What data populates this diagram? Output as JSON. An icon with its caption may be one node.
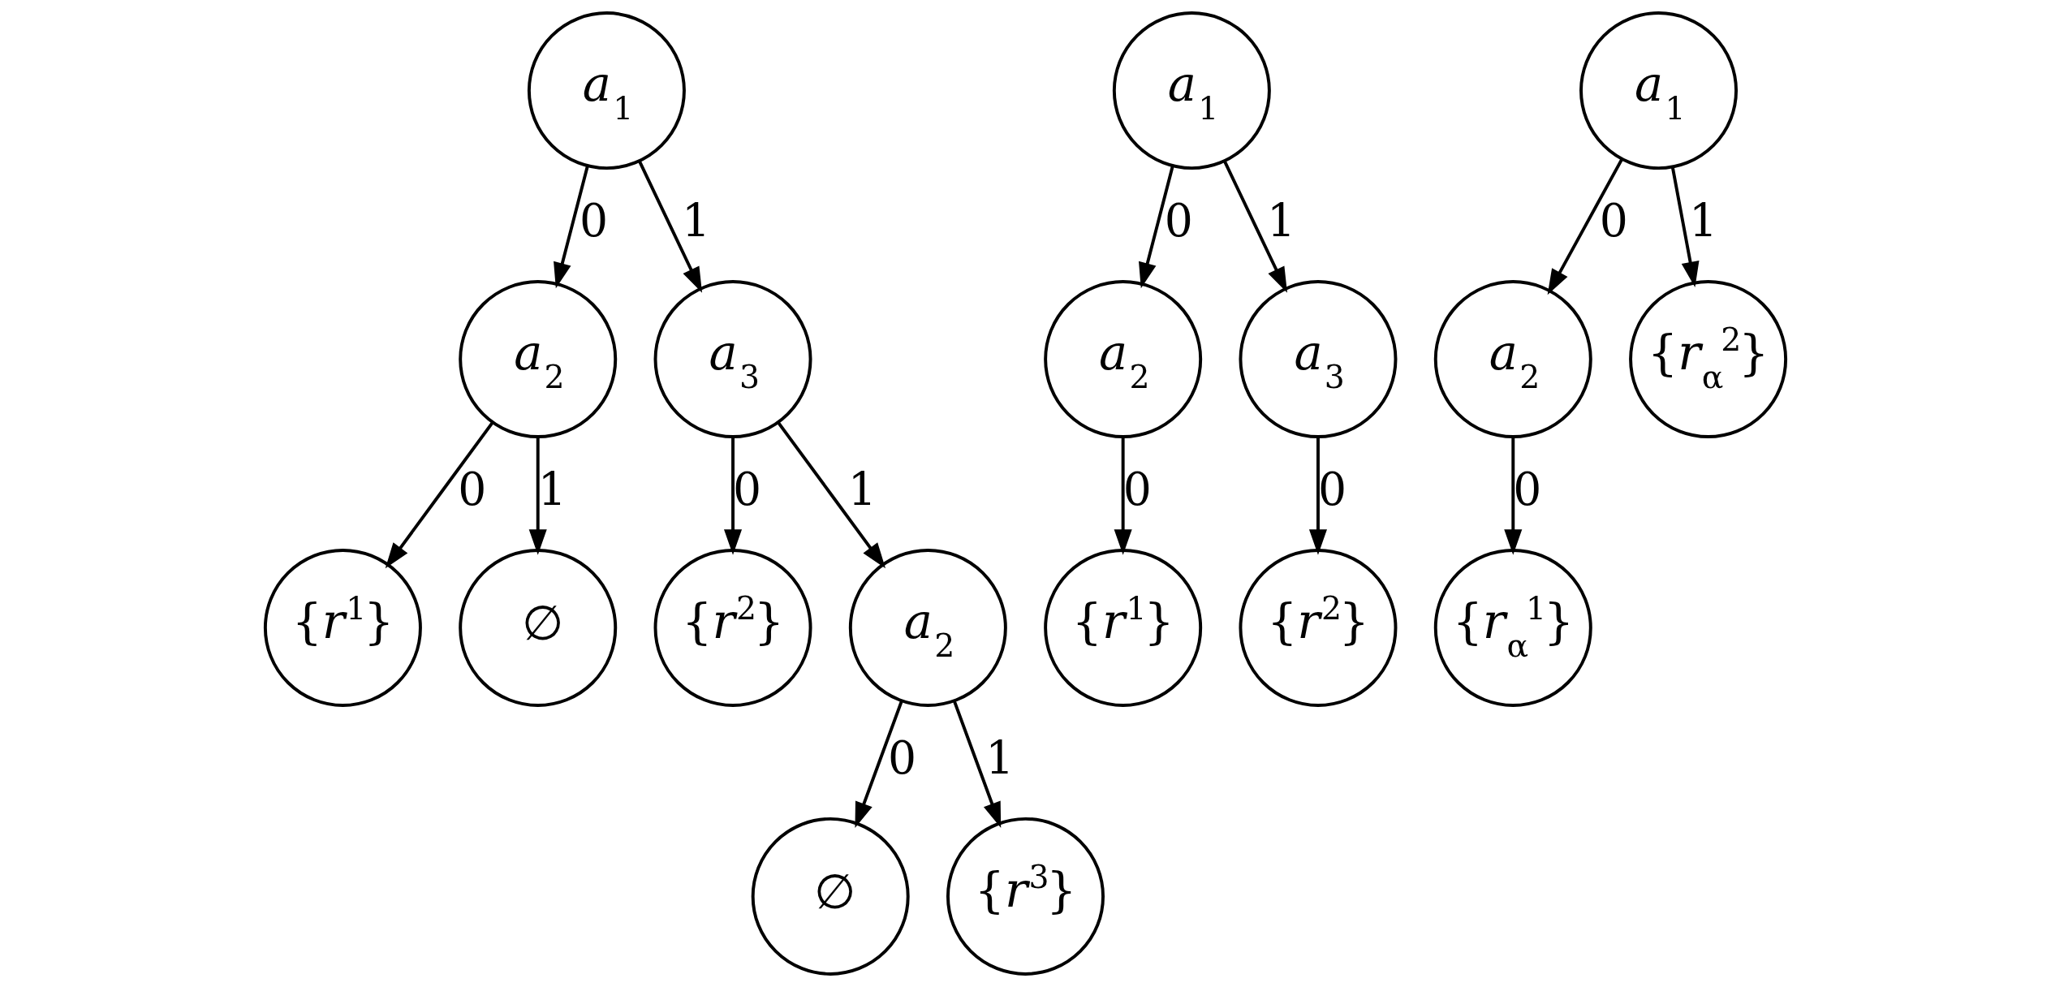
{
  "diagram": {
    "nodes": [
      {
        "text": [
          "*a*$_{1}$"
        ]
      },
      {
        "text": [
          "*a*$_{2}$"
        ]
      },
      {
        "text": [
          "*a*$_{3}$"
        ]
      },
      {
        "text": [
          "{*r*$^{1}$}"
        ]
      },
      {
        "text": [
          "∅"
        ]
      },
      {
        "text": [
          "{*r*$^{2}$}"
        ]
      },
      {
        "text": [
          "*a*$_{2}$"
        ]
      },
      {
        "text": [
          "∅"
        ]
      },
      {
        "text": [
          "{*r*$^{3}$}"
        ]
      },
      {
        "text": [
          "*a*$_{1}$"
        ]
      },
      {
        "text": [
          "*a*$_{2}$"
        ]
      },
      {
        "text": [
          "*a*$_{3}$"
        ]
      },
      {
        "text": [
          "{*r*$^{1}$}"
        ]
      },
      {
        "text": [
          "{*r*$^{2}$}"
        ]
      },
      {
        "text": [
          "*a*$_{1}$"
        ]
      },
      {
        "text": [
          "*a*$_{2}$"
        ]
      },
      {
        "text": [
          "{*r*$_{α}$$^{2}$}"
        ]
      },
      {
        "text": [
          "{*r*$_{α}$$^{1}$}"
        ]
      }
    ],
    "edges": [
      {
        "from": 0,
        "to": 1,
        "arrow": "to",
        "label": "0"
      },
      {
        "from": 0,
        "to": 2,
        "arrow": "to",
        "label": "1"
      },
      {
        "from": 1,
        "to": 3,
        "arrow": "to",
        "label": "0"
      },
      {
        "from": 1,
        "to": 4,
        "arrow": "to",
        "label": "1"
      },
      {
        "from": 2,
        "to": 5,
        "arrow": "to",
        "label": "0"
      },
      {
        "from": 2,
        "to": 6,
        "arrow": "to",
        "label": "1"
      },
      {
        "from": 6,
        "to": 7,
        "arrow": "to",
        "label": "0"
      },
      {
        "from": 6,
        "to": 8,
        "arrow": "to",
        "label": "1"
      },
      {
        "from": 9,
        "to": 10,
        "arrow": "to",
        "label": "0"
      },
      {
        "from": 9,
        "to": 11,
        "arrow": "to",
        "label": "1"
      },
      {
        "from": 10,
        "to": 12,
        "arrow": "to",
        "label": "0"
      },
      {
        "from": 11,
        "to": 13,
        "arrow": "to",
        "label": "0"
      },
      {
        "from": 14,
        "to": 15,
        "arrow": "to",
        "label": "0"
      },
      {
        "from": 14,
        "to": 16,
        "arrow": "to",
        "label": "1"
      },
      {
        "from": 15,
        "to": 17,
        "arrow": "to",
        "label": "0"
      }
    ]
  }
}
